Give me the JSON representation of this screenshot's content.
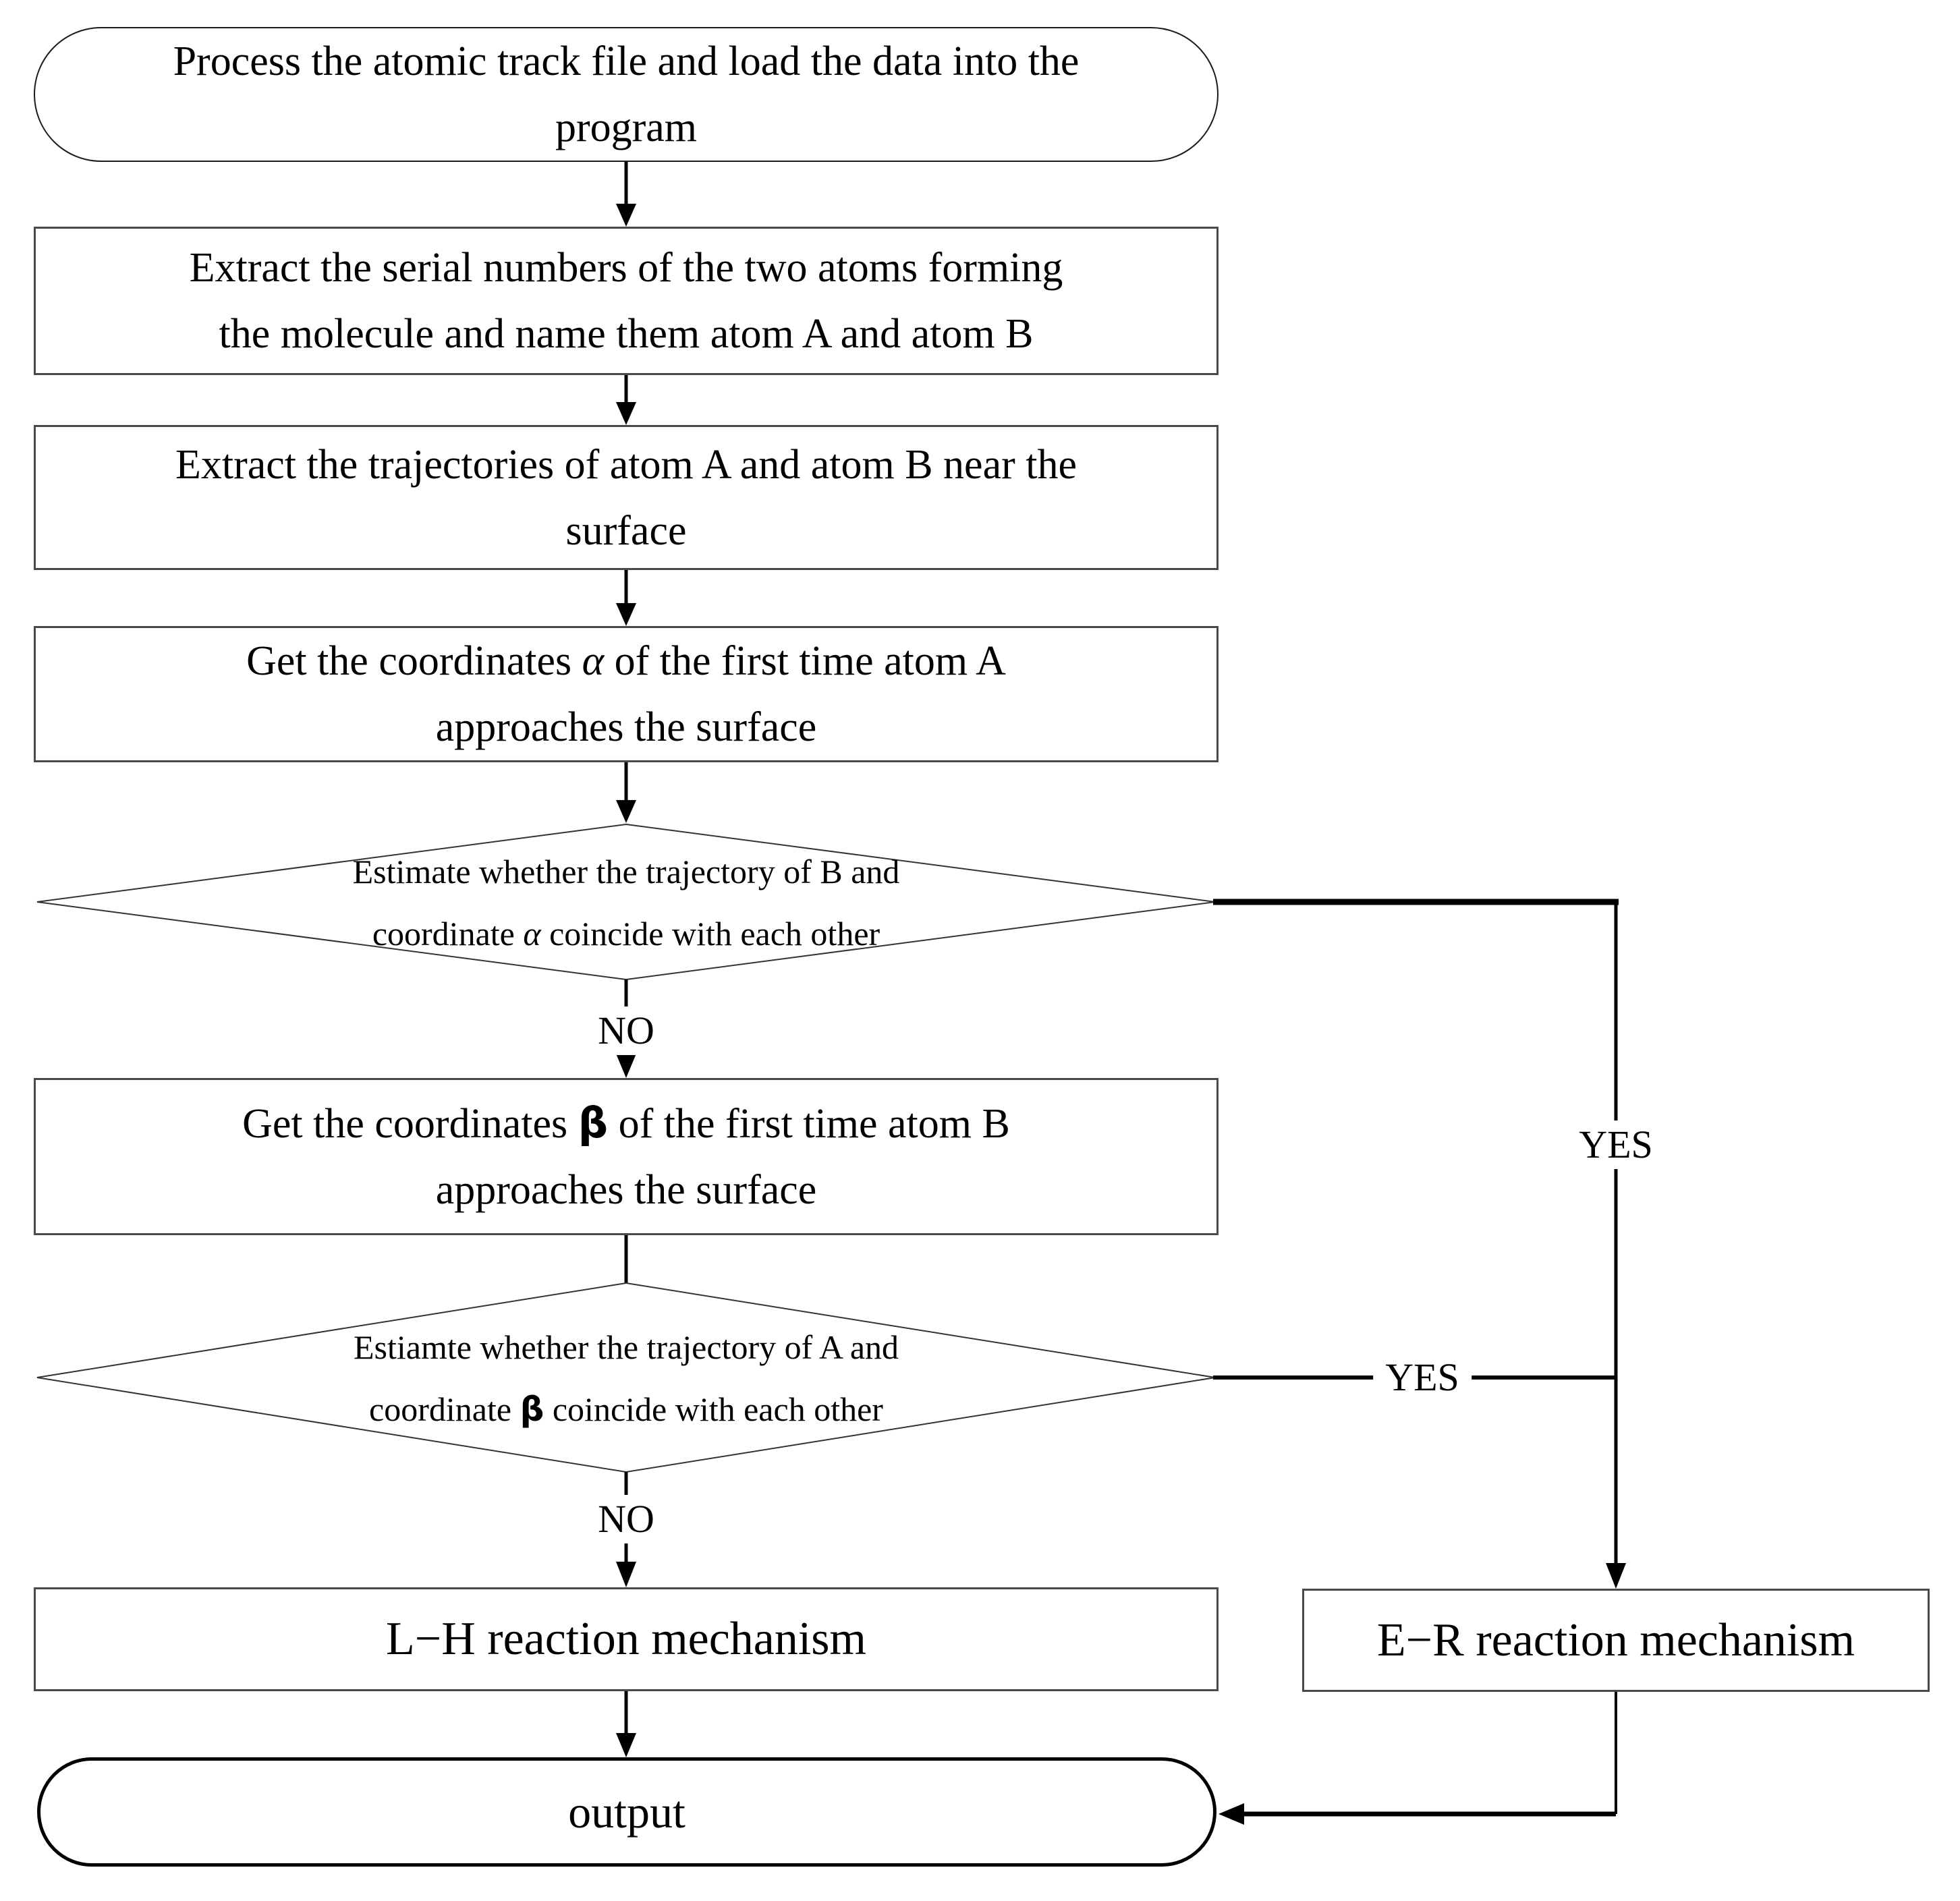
{
  "flowchart": {
    "nodes": {
      "start": {
        "lines": [
          "Process the atomic track file and load the data into the",
          "program"
        ]
      },
      "extract_serials": {
        "lines": [
          "Extract the serial numbers of the two atoms forming",
          "the molecule and name them atom A and atom B"
        ]
      },
      "extract_trajectories": {
        "lines": [
          "Extract the trajectories of atom A and atom B near the",
          "surface"
        ]
      },
      "get_alpha": {
        "line1_parts": [
          "Get the coordinates ",
          "α",
          " of the first time atom A"
        ],
        "line2": "approaches the surface"
      },
      "decision_b_alpha": {
        "line1": "Estimate whether the trajectory of B and",
        "line2_parts": [
          "coordinate ",
          "α",
          " coincide with each other"
        ]
      },
      "get_beta": {
        "line1_parts": [
          "Get the coordinates ",
          "β",
          " of the first time atom B"
        ],
        "line2": "approaches the surface"
      },
      "decision_a_beta": {
        "line1": "Estiamte whether the trajectory of A and",
        "line2_parts": [
          "coordinate ",
          "β",
          " coincide with each other"
        ]
      },
      "lh_mechanism": {
        "label": "L−H reaction mechanism"
      },
      "er_mechanism": {
        "label": "E−R reaction mechanism"
      },
      "output": {
        "label": "output"
      }
    },
    "edge_labels": {
      "no1": "NO",
      "no2": "NO",
      "yes1": "YES",
      "yes2": "YES"
    },
    "colors": {
      "stroke": "#000000",
      "box_border": "#4a4a4a",
      "background": "#ffffff"
    }
  }
}
